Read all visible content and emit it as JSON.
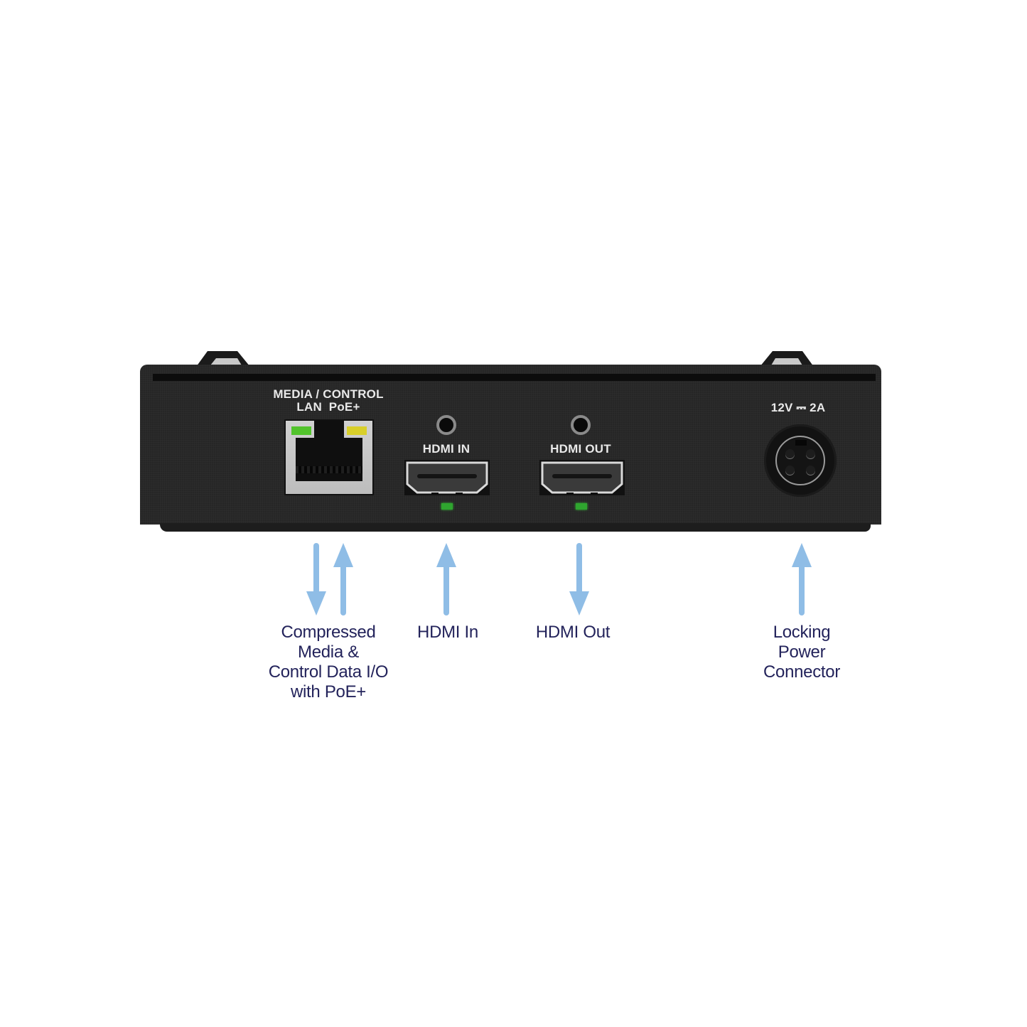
{
  "device": {
    "panel_labels": {
      "lan_header": "MEDIA / CONTROL",
      "lan_sub": "LAN  PoE+",
      "hdmi_in": "HDMI IN",
      "hdmi_out": "HDMI OUT",
      "power": "12V ⎓ 2A"
    },
    "colors": {
      "chassis": "#262626",
      "led_green": "#52c32c",
      "led_yellow": "#d8cf2a",
      "status_led": "#2fa52f"
    }
  },
  "callouts": [
    {
      "id": "lan",
      "text_lines": [
        "Compressed",
        "Media &",
        "Control Data I/O",
        "with PoE+"
      ],
      "arrows": [
        "down",
        "up"
      ]
    },
    {
      "id": "hdmi-in",
      "text_lines": [
        "HDMI In"
      ],
      "arrows": [
        "up"
      ]
    },
    {
      "id": "hdmi-out",
      "text_lines": [
        "HDMI Out"
      ],
      "arrows": [
        "down"
      ]
    },
    {
      "id": "power",
      "text_lines": [
        "Locking",
        "Power",
        "Connector"
      ],
      "arrows": [
        "up"
      ]
    }
  ],
  "colors": {
    "arrow": "#8fbde6",
    "callout_text": "#23235b"
  }
}
